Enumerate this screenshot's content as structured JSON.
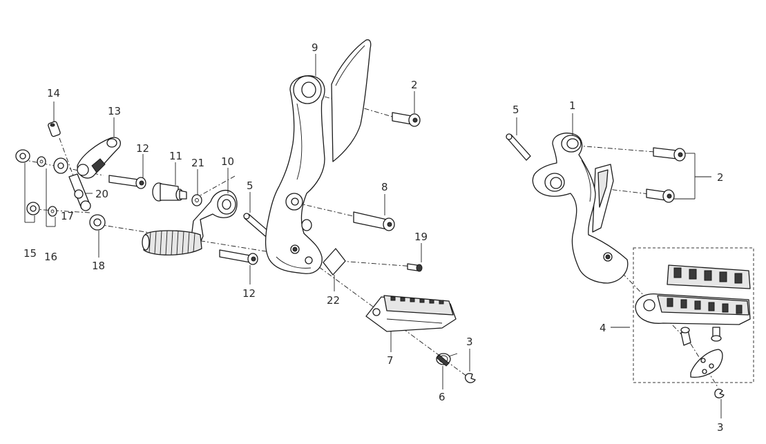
{
  "diagram": {
    "callouts": {
      "n1": "1",
      "n2_left": "2",
      "n2_right": "2",
      "n3_left": "3",
      "n3_right": "3",
      "n4": "4",
      "n5_left": "5",
      "n5_right": "5",
      "n6": "6",
      "n7": "7",
      "n8": "8",
      "n9": "9",
      "n10": "10",
      "n11": "11",
      "n12_top": "12",
      "n12_bottom": "12",
      "n13": "13",
      "n14": "14",
      "n15": "15",
      "n16": "16",
      "n17": "17",
      "n18": "18",
      "n19": "19",
      "n20": "20",
      "n21": "21",
      "n22": "22"
    }
  }
}
